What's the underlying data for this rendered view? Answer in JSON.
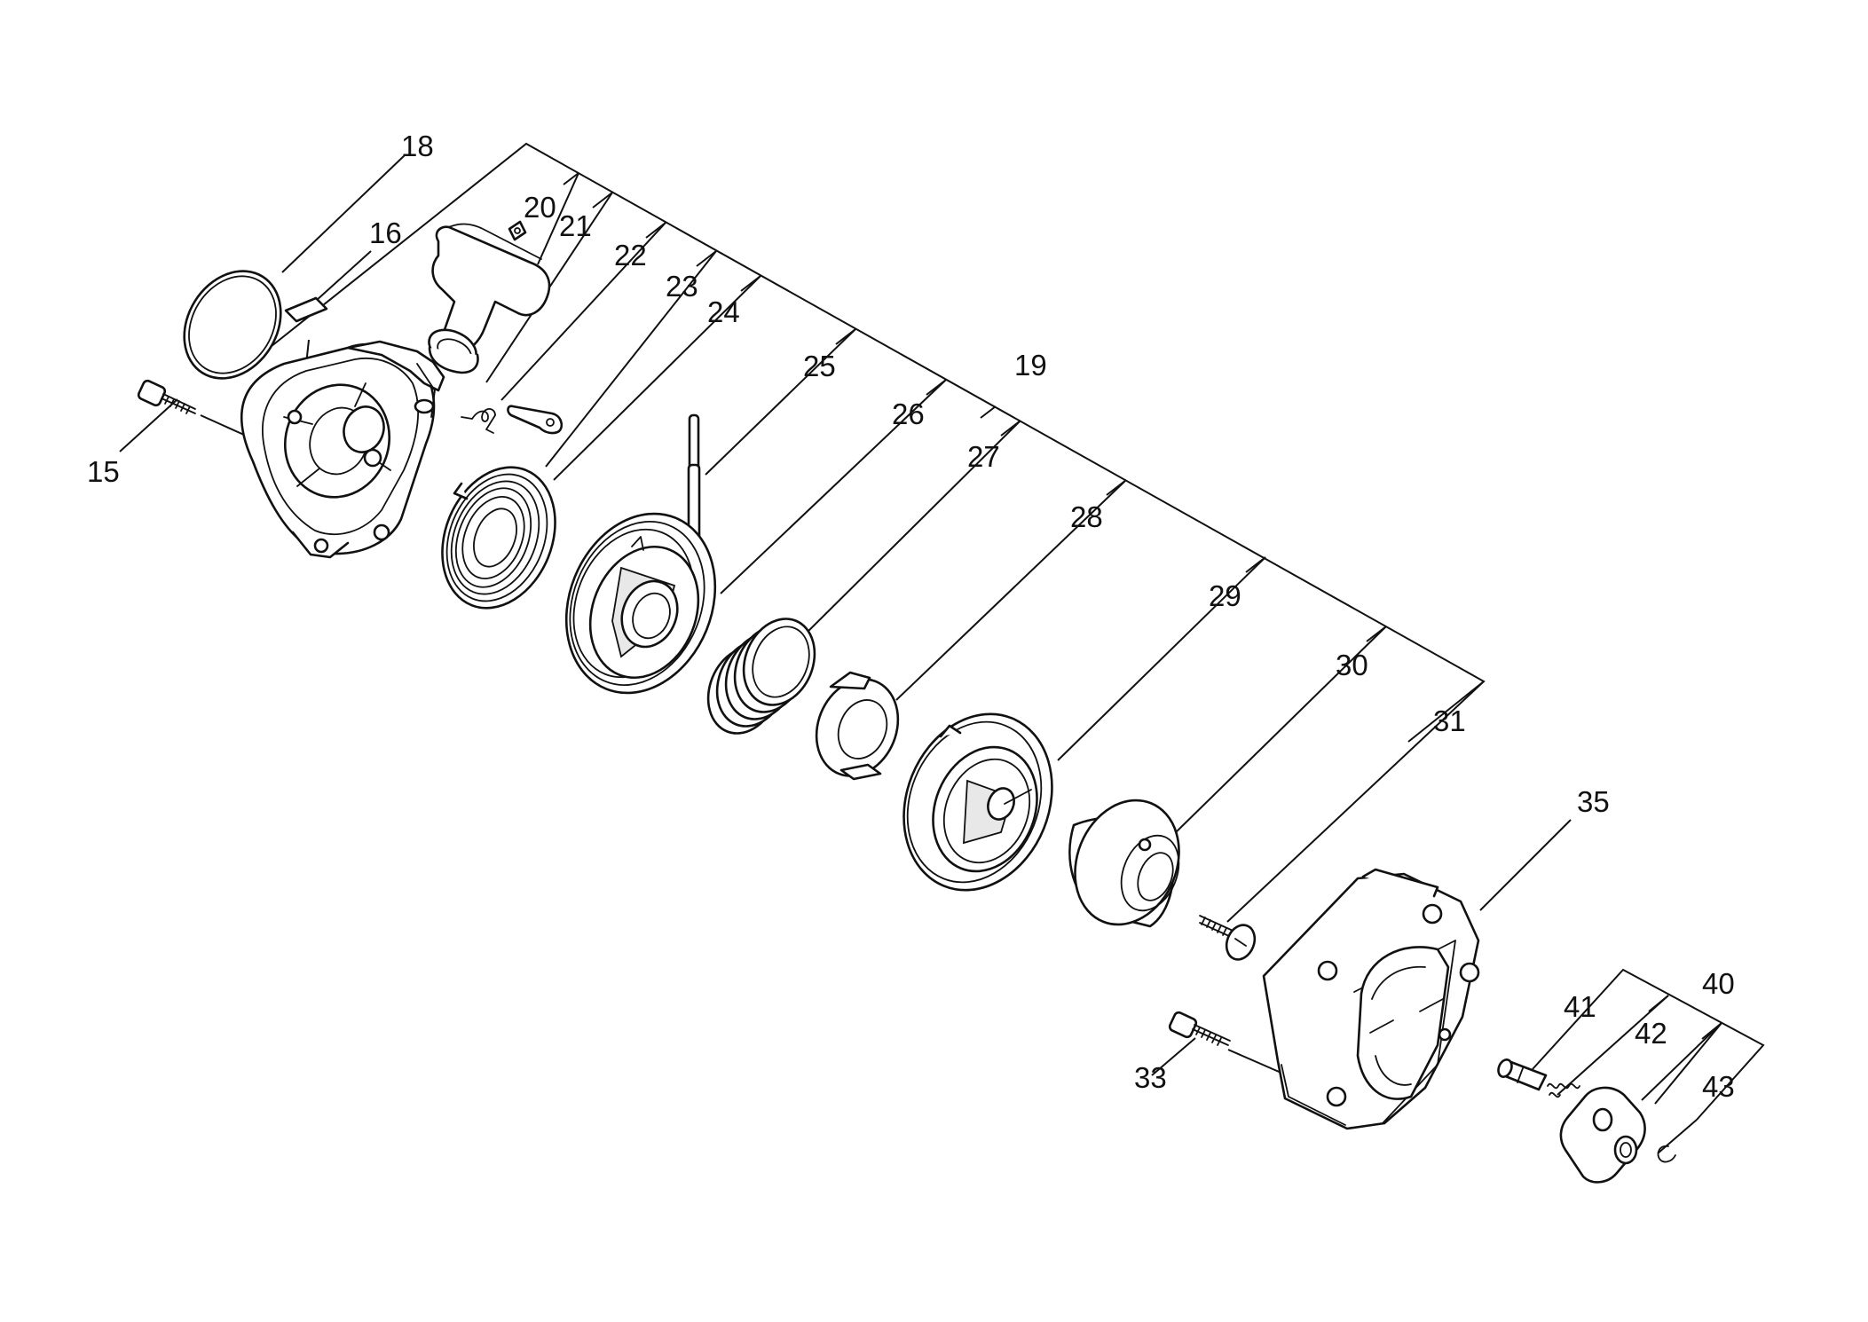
{
  "labels": {
    "p15": "15",
    "p16": "16",
    "p18": "18",
    "p19": "19",
    "p20": "20",
    "p21": "21",
    "p22": "22",
    "p23": "23",
    "p24": "24",
    "p25": "25",
    "p26": "26",
    "p27": "27",
    "p28": "28",
    "p29": "29",
    "p30": "30",
    "p31": "31",
    "p33": "33",
    "p35": "35",
    "p40": "40",
    "p41": "41",
    "p42": "42",
    "p43": "43"
  }
}
